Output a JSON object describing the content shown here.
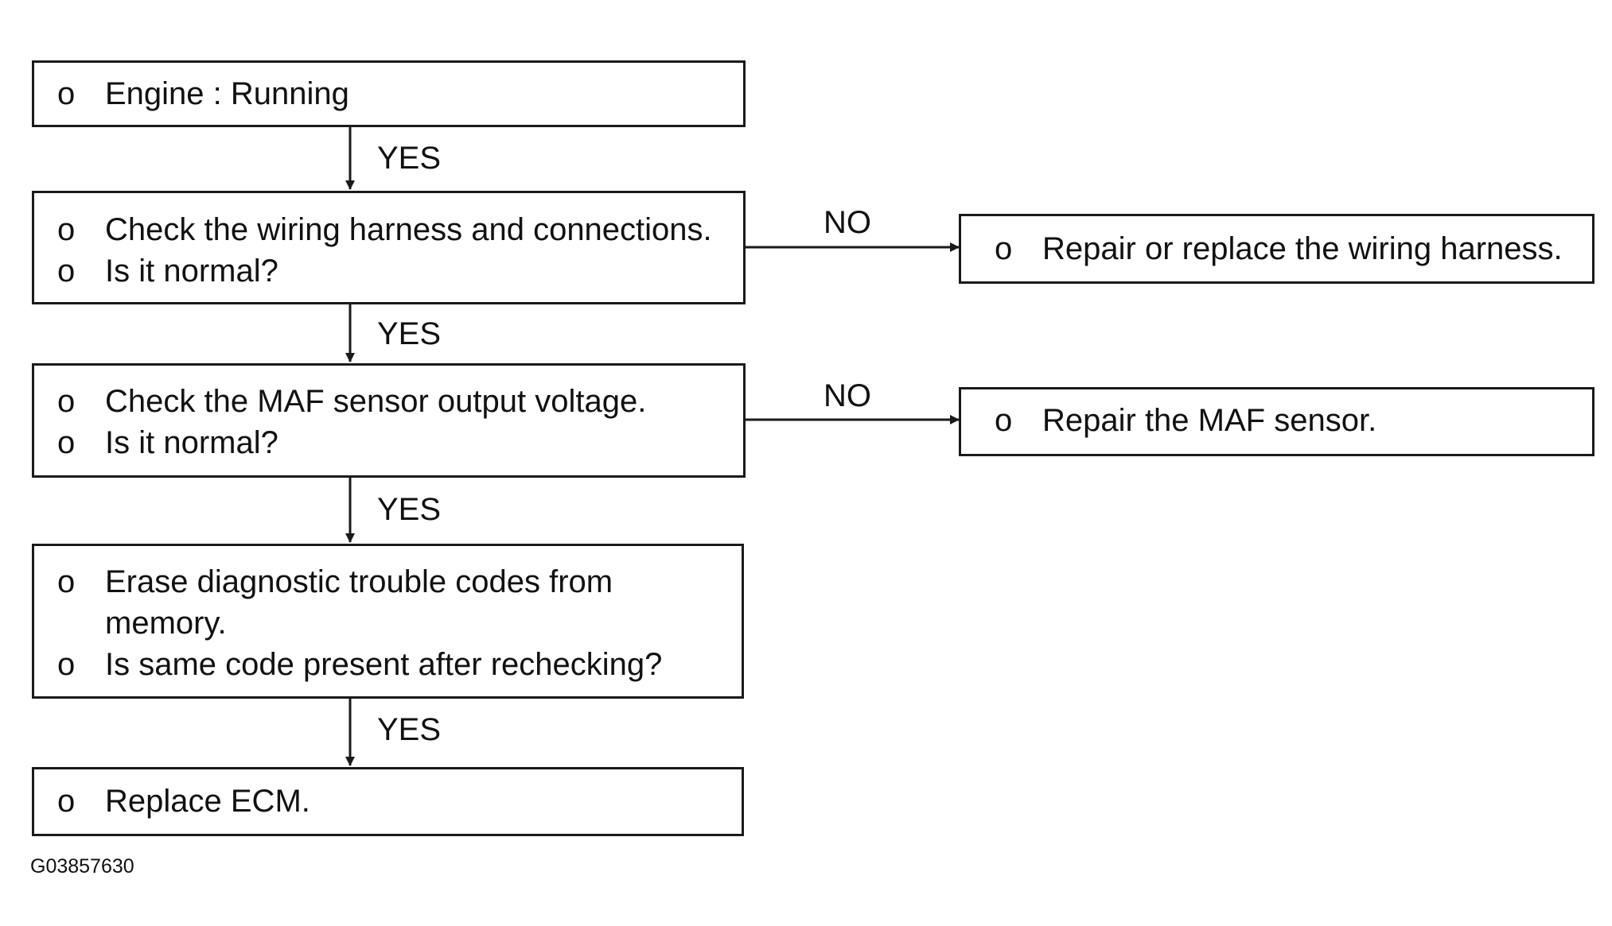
{
  "steps": [
    {
      "id": "engine",
      "lines": [
        {
          "bullet": "o",
          "text": "Engine : Running"
        }
      ]
    },
    {
      "id": "wiring",
      "lines": [
        {
          "bullet": "o",
          "text": "Check the wiring harness and connections."
        },
        {
          "bullet": "o",
          "text": "Is it normal?"
        }
      ]
    },
    {
      "id": "maf",
      "lines": [
        {
          "bullet": "o",
          "text": "Check the MAF sensor output voltage."
        },
        {
          "bullet": "o",
          "text": "Is it normal?"
        }
      ]
    },
    {
      "id": "erase",
      "lines": [
        {
          "bullet": "o",
          "text": "Erase diagnostic trouble codes from"
        },
        {
          "bullet": "",
          "text": "memory."
        },
        {
          "bullet": "o",
          "text": "Is same code present after rechecking?"
        }
      ]
    },
    {
      "id": "ecm",
      "lines": [
        {
          "bullet": "o",
          "text": "Replace ECM."
        }
      ]
    }
  ],
  "outcomes": [
    {
      "id": "repair-wiring",
      "lines": [
        {
          "bullet": "o",
          "text": "Repair or replace the wiring harness."
        }
      ]
    },
    {
      "id": "repair-maf",
      "lines": [
        {
          "bullet": "o",
          "text": "Repair the MAF sensor."
        }
      ]
    }
  ],
  "connector_labels": {
    "yes_1": "YES",
    "yes_2": "YES",
    "yes_3": "YES",
    "yes_4": "YES",
    "no_1": "NO",
    "no_2": "NO"
  },
  "figure_id": "G03857630",
  "colors": {
    "line": "#1a1a1a",
    "background": "#ffffff"
  }
}
